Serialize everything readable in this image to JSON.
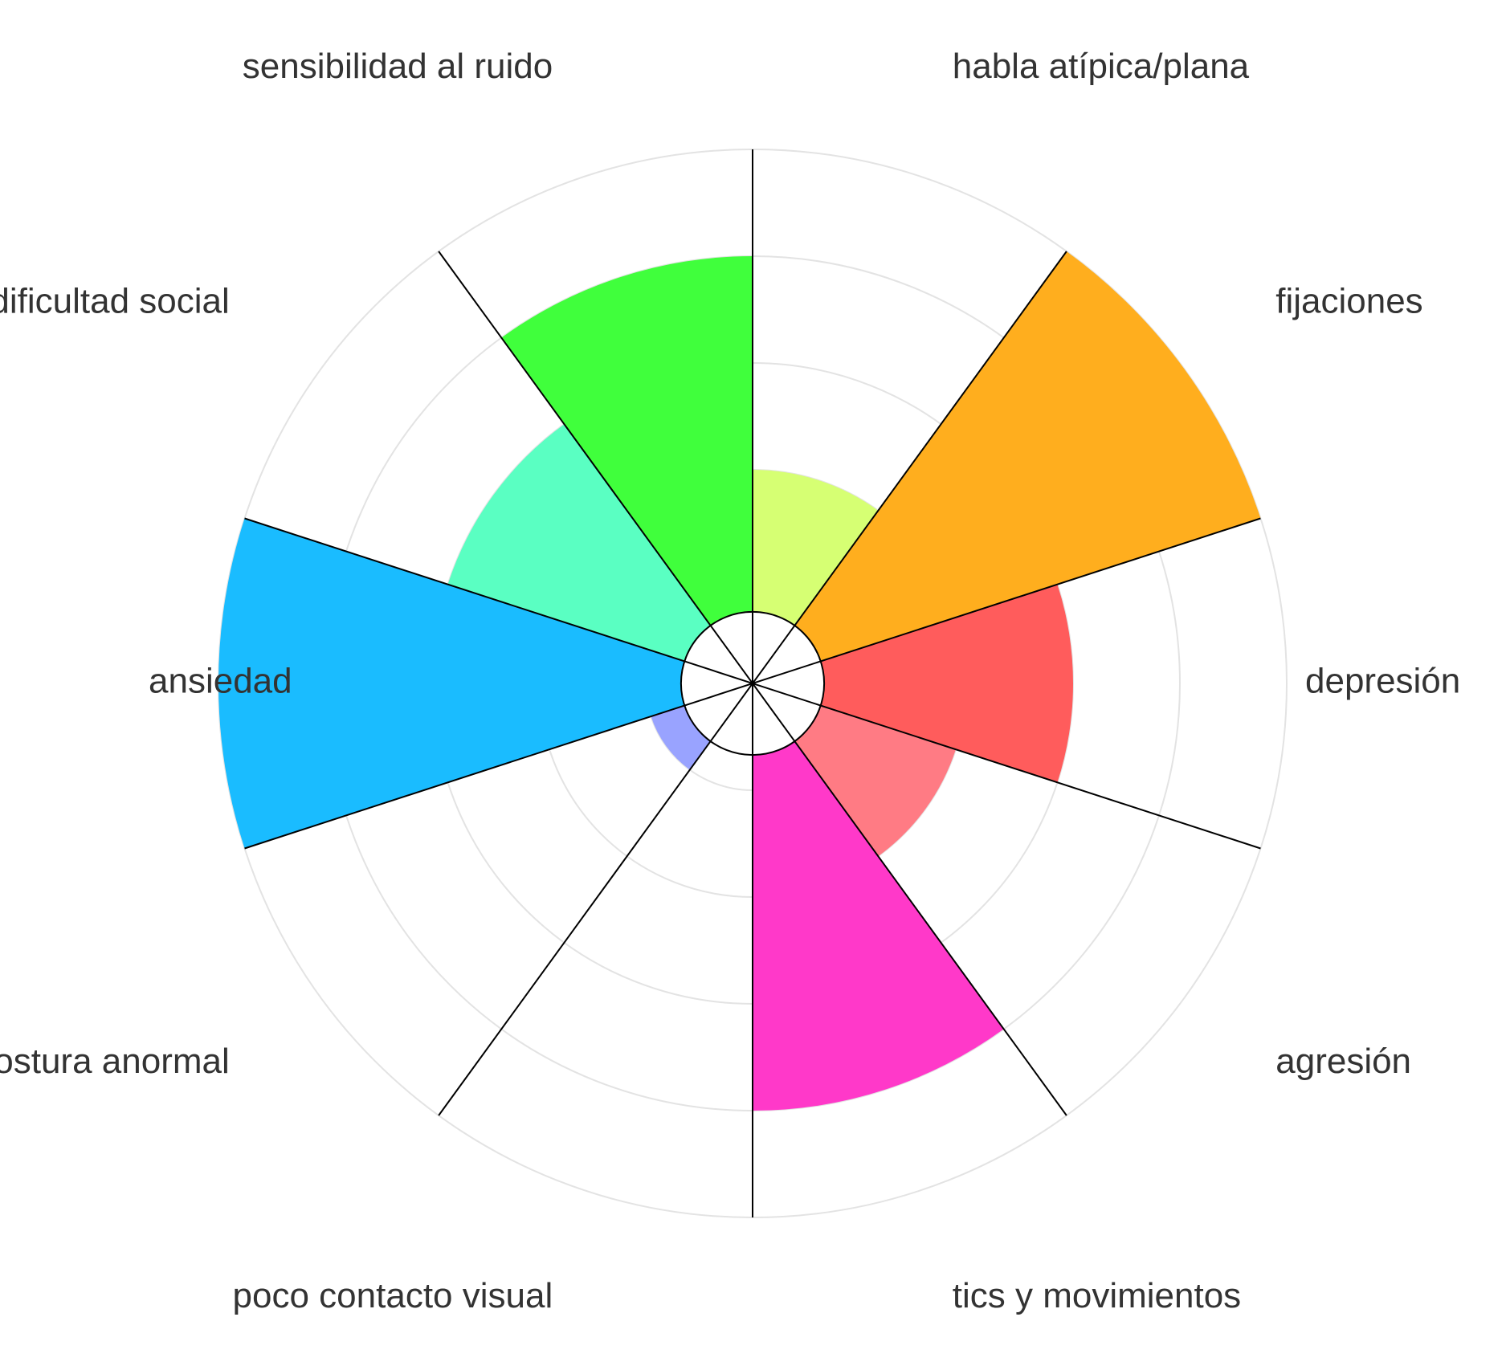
{
  "chart_data": {
    "type": "polar-area",
    "r_max": 5,
    "r_min": 0.5,
    "rings": [
      1,
      2,
      3,
      4,
      5
    ],
    "grid": true,
    "grid_color": "#e3e3e3",
    "categories": [
      {
        "label": "habla atípica/plana",
        "value": 2.0,
        "color": "#d6ff73"
      },
      {
        "label": "fijaciones",
        "value": 5.0,
        "color": "#ffae1e"
      },
      {
        "label": "depresión",
        "value": 3.0,
        "color": "#ff5c5c"
      },
      {
        "label": "agresión",
        "value": 2.0,
        "color": "#ff7b84"
      },
      {
        "label": "tics y movimientos",
        "value": 4.0,
        "color": "#ff39c9"
      },
      {
        "label": "poco contacto visual",
        "value": 0.0,
        "color": "#ffffff"
      },
      {
        "label": "postura anormal",
        "value": 1.0,
        "color": "#99a3ff"
      },
      {
        "label": "ansiedad",
        "value": 5.0,
        "color": "#1abcff"
      },
      {
        "label": "dificultad social",
        "value": 3.0,
        "color": "#5affc2"
      },
      {
        "label": "sensibilidad al ruido",
        "value": 4.0,
        "color": "#40ff3c"
      }
    ]
  }
}
